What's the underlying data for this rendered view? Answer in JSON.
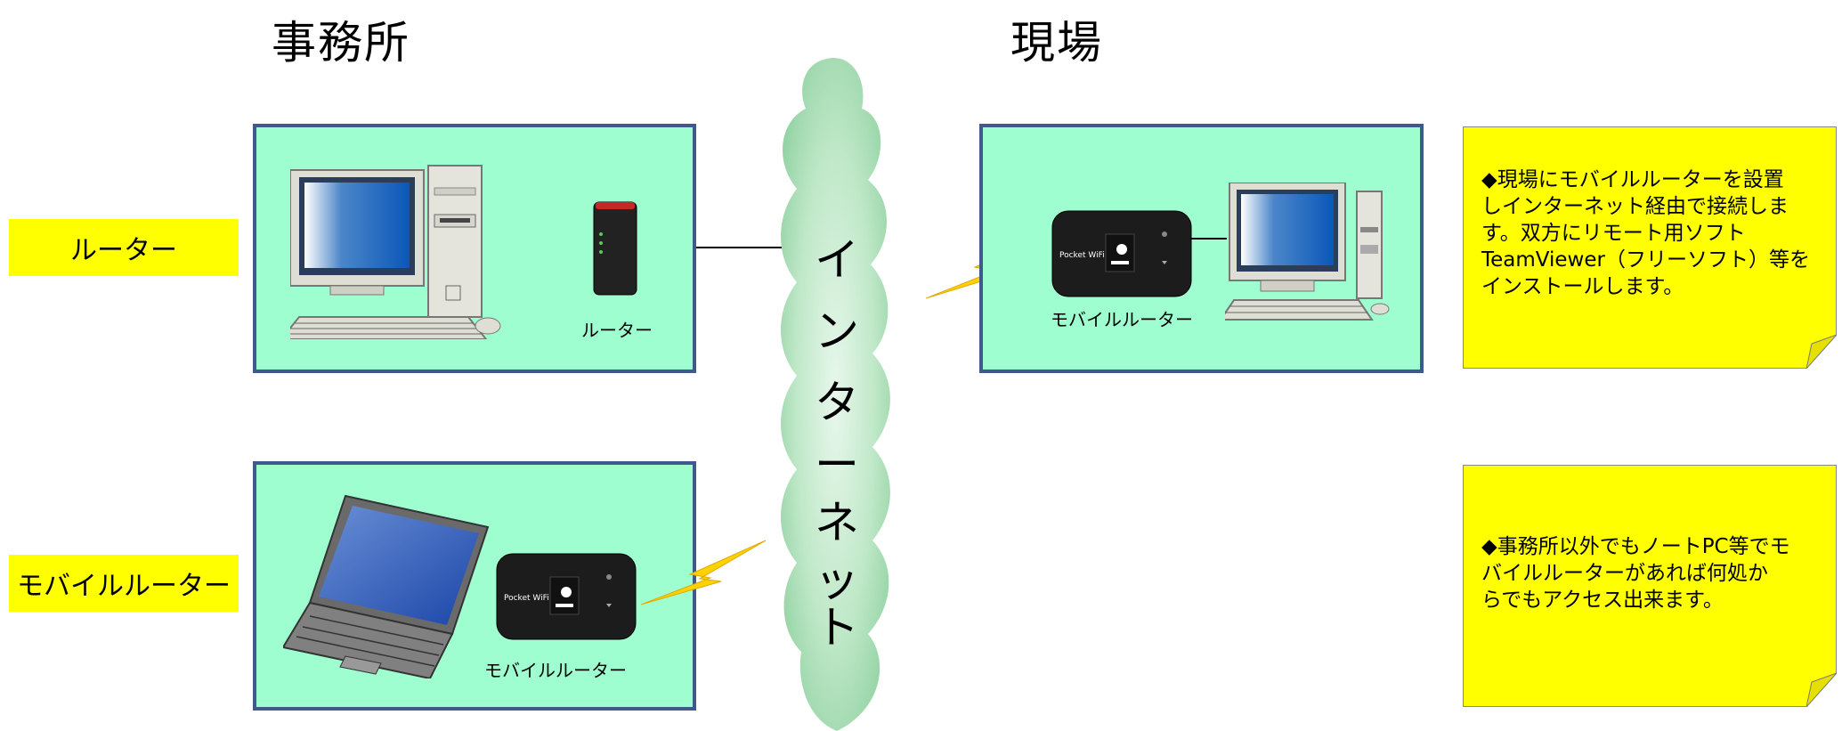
{
  "headings": {
    "office": "事務所",
    "site": "現場"
  },
  "side_labels": {
    "router": "ルーター",
    "mobile_router": "モバイルルーター"
  },
  "device_labels": {
    "office_router": "ルーター",
    "site_mobile_router": "モバイルルーター",
    "laptop_mobile_router": "モバイルルーター"
  },
  "internet": {
    "chars": [
      "イ",
      "ン",
      "タ",
      "ー",
      "ネ",
      "ッ",
      "ト"
    ]
  },
  "notes": {
    "site_note": "◆現場にモバイルルーターを設置\nしインターネット経由で接続しま\nす。双方にリモート用ソフト\nTeamViewer（フリーソフト）等を\nインストールします。",
    "mobile_note": "◆事務所以外でもノートPC等でモ\nバイルルーターがあれば何処か\nらでもアクセス出来ます。"
  },
  "device_texts": {
    "pocket_wifi_logo": "Pocket WiFi"
  },
  "colors": {
    "box_fill": "#9ffed0",
    "box_border": "#3d5a8a",
    "label_fill": "#ffff00",
    "cloud": "#a8dcb4"
  }
}
